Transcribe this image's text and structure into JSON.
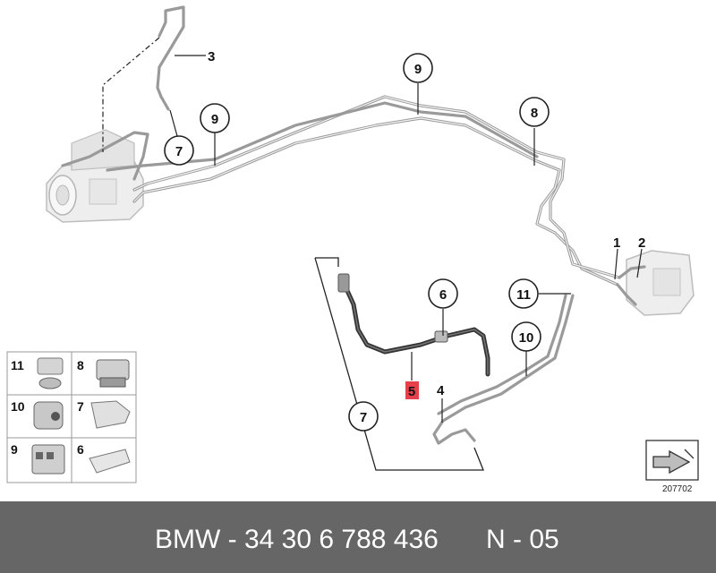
{
  "callouts": {
    "c1": "1",
    "c2": "2",
    "c3": "3",
    "c4": "4",
    "c5": "5",
    "c6": "6",
    "c7a": "7",
    "c7b": "7",
    "c8": "8",
    "c9a": "9",
    "c9b": "9",
    "c10": "10",
    "c11": "11"
  },
  "legend": {
    "items": [
      "11",
      "8",
      "10",
      "7",
      "9",
      "6"
    ]
  },
  "reference_number": "207702",
  "footer": {
    "part_text": "BMW - 34 30 6 788 436",
    "revision": "N - 05"
  },
  "colors": {
    "highlight": "#e8404a",
    "footer_bg": "#666666",
    "pipe": "#9a9a9a"
  }
}
